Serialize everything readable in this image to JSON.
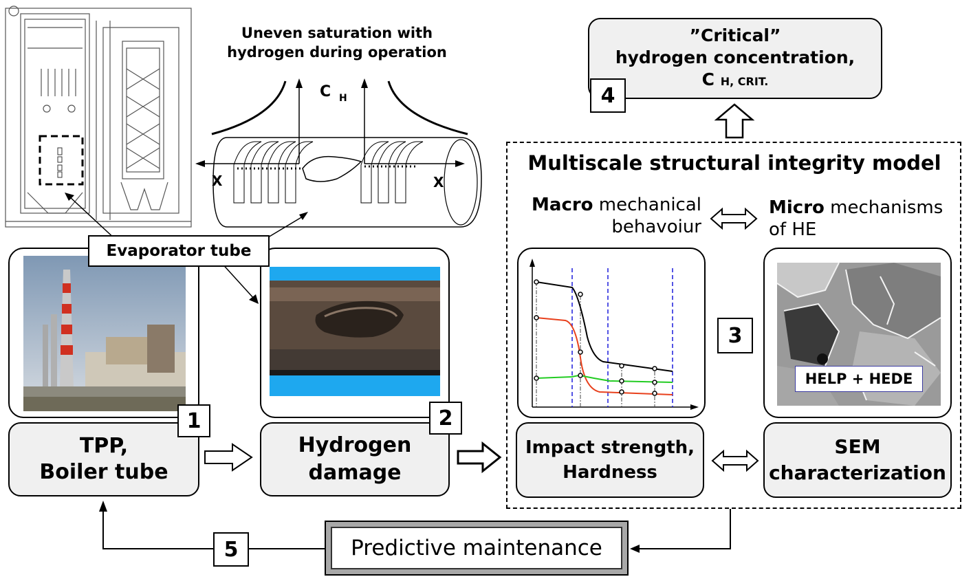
{
  "top": {
    "saturation_line1": "Uneven saturation with",
    "saturation_line2": "hydrogen during operation",
    "axis_c": "C",
    "axis_c_sub": "H",
    "axis_x_left": "X",
    "axis_x_right": "X",
    "evaporator": "Evaporator tube"
  },
  "box4": {
    "line1": "”Critical”",
    "line2": "hydrogen concentration,",
    "line3_main": "C",
    "line3_sub": "H, CRIT.",
    "num": "4"
  },
  "model": {
    "title": "Multiscale structural integrity model",
    "macro_bold": "Macro",
    "macro_rest": " mechanical",
    "macro_line2": "behavoiur",
    "micro_bold": "Micro",
    "micro_rest": " mechanisms",
    "micro_line2": "of HE",
    "num3": "3",
    "sem_label": "HELP + HEDE",
    "impact_line1": "Impact strength,",
    "impact_line2": "Hardness",
    "sem_line1": "SEM",
    "sem_line2": "characterization"
  },
  "step1": {
    "line1": "TPP,",
    "line2": "Boiler tube",
    "num": "1"
  },
  "step2": {
    "line1": "Hydrogen",
    "line2": "damage",
    "num": "2"
  },
  "step5": {
    "label": "Predictive maintenance",
    "num": "5"
  },
  "colors": {
    "box_fill": "#f0f0f0",
    "curve_black": "#000000",
    "curve_red": "#e8401c",
    "curve_green": "#22cc22",
    "dashed_blue": "#1a1adc"
  }
}
